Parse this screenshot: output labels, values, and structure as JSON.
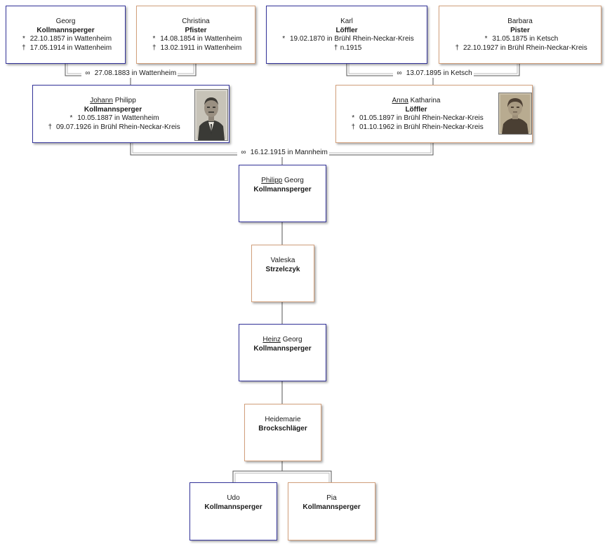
{
  "persons": {
    "georg_k": {
      "given": "Georg",
      "surname": "Kollmannsperger",
      "birth": "22.10.1857 in Wattenheim",
      "death": "17.05.1914 in Wattenheim"
    },
    "christina_p": {
      "given": "Christina",
      "surname": "Pfister",
      "birth": "14.08.1854 in Wattenheim",
      "death": "13.02.1911 in Wattenheim"
    },
    "karl_l": {
      "given": "Karl",
      "surname": "Löffler",
      "birth": "19.02.1870 in Brühl Rhein-Neckar-Kreis",
      "death": "n.1915"
    },
    "barbara_p": {
      "given": "Barbara",
      "surname": "Pister",
      "birth": "31.05.1875 in Ketsch",
      "death": "22.10.1927 in Brühl Rhein-Neckar-Kreis"
    },
    "johann_k": {
      "given_call": "Johann",
      "given_rest": "Philipp",
      "surname": "Kollmannsperger",
      "birth": "10.05.1887 in Wattenheim",
      "death": "09.07.1926 in Brühl Rhein-Neckar-Kreis"
    },
    "anna_l": {
      "given_call": "Anna",
      "given_rest": "Katharina",
      "surname": "Löffler",
      "birth": "01.05.1897 in Brühl Rhein-Neckar-Kreis",
      "death": "01.10.1962 in Brühl Rhein-Neckar-Kreis"
    },
    "philipp_k": {
      "given_call": "Philipp",
      "given_rest": "Georg",
      "surname": "Kollmannsperger"
    },
    "valeska_s": {
      "given": "Valeska",
      "surname": "Strzelczyk"
    },
    "heinz_k": {
      "given_call": "Heinz",
      "given_rest": "Georg",
      "surname": "Kollmannsperger"
    },
    "heidemarie_b": {
      "given": "Heidemarie",
      "surname": "Brockschläger"
    },
    "udo_k": {
      "given": "Udo",
      "surname": "Kollmannsperger"
    },
    "pia_k": {
      "given": "Pia",
      "surname": "Kollmannsperger"
    }
  },
  "marriages": {
    "georg_christina": "27.08.1883 in Wattenheim",
    "karl_barbara": "13.07.1895 in Ketsch",
    "johann_anna": "16.12.1915 in Mannheim"
  },
  "symbols": {
    "birth": "*",
    "death": "†",
    "marriage": "∞"
  },
  "colors": {
    "male_border": "#333399",
    "female_border": "#d2a07c",
    "line": "#555555"
  }
}
